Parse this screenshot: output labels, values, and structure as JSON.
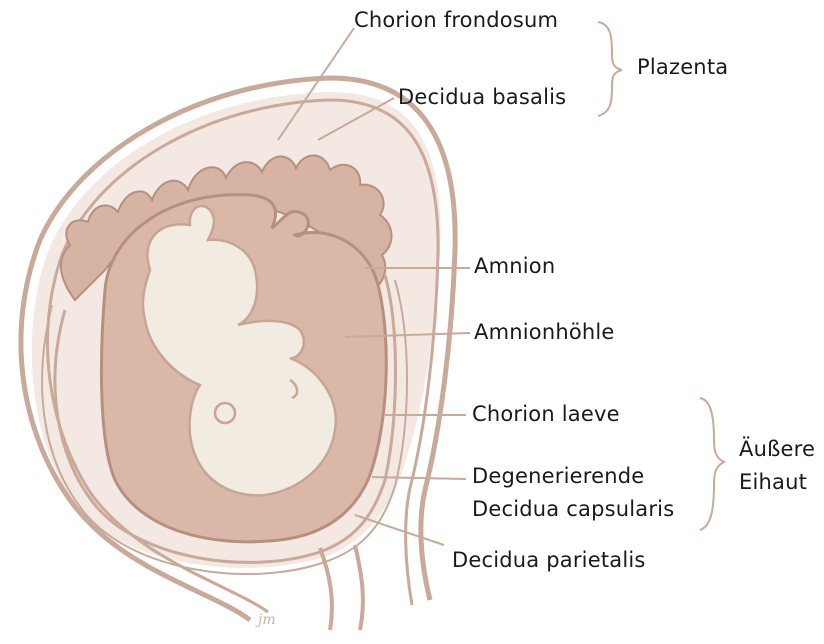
{
  "labels": {
    "chorion_frondosum": "Chorion frondosum",
    "decidua_basalis": "Decidua basalis",
    "plazenta": "Plazenta",
    "amnion": "Amnion",
    "amnionhoehle": "Amnionhöhle",
    "chorion_laeve": "Chorion laeve",
    "degenerierende_line1": "Degenerierende",
    "degenerierende_line2": "Decidua capsularis",
    "aeussere_line1": "Äußere",
    "aeussere_line2": "Eihaut",
    "decidua_parietalis": "Decidua parietalis"
  },
  "signature": "jm",
  "colors": {
    "line": "#c8a99a",
    "outline": "#b78f7f",
    "cavity_fill": "#d9b8a8",
    "fetus_fill": "#f1ebe1",
    "fetus_outline": "#c7a594",
    "villi_fill": "#d6b3a2",
    "speckle": "#efe2db",
    "text": "#1a1a1a"
  }
}
